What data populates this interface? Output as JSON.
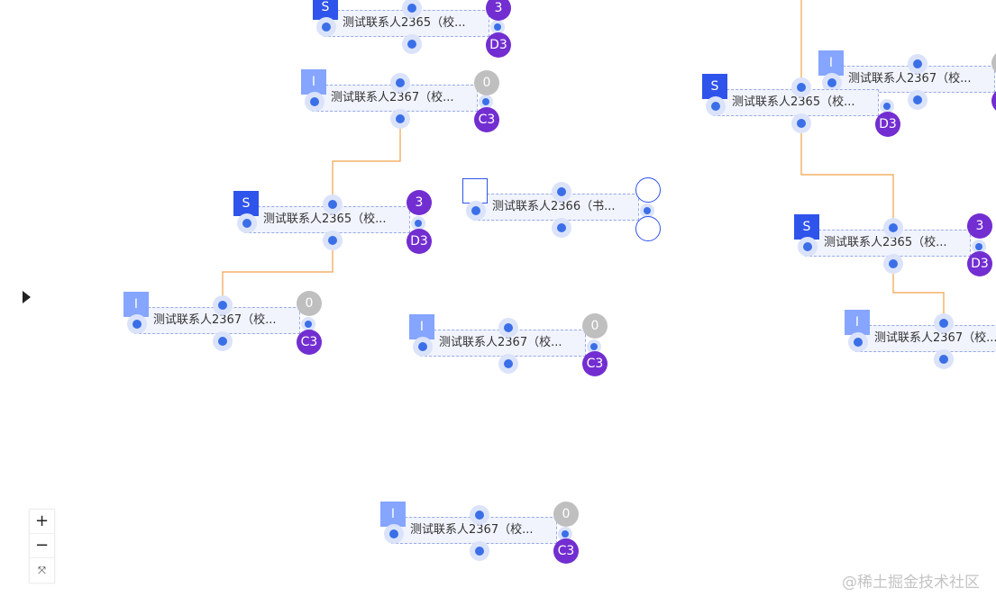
{
  "canvas": {
    "nodes": [
      {
        "tag": "S",
        "label": "测试联系人2365（校...",
        "badge_top": "3",
        "badge_bottom": "D3",
        "top_style": "purple"
      },
      {
        "tag": "I",
        "label": "测试联系人2367（校...",
        "badge_top": "0",
        "badge_bottom": "C3",
        "top_style": "grey"
      },
      {
        "tag": "S",
        "label": "测试联系人2365（校...",
        "badge_top": "3",
        "badge_bottom": "D3",
        "top_style": "purple"
      },
      {
        "tag": "",
        "label": "测试联系人2366（书...",
        "badge_top": "",
        "badge_bottom": "",
        "top_style": "ring"
      },
      {
        "tag": "I",
        "label": "测试联系人2367（校...",
        "badge_top": "0",
        "badge_bottom": "C3",
        "top_style": "grey"
      },
      {
        "tag": "I",
        "label": "测试联系人2367（校...",
        "badge_top": "0",
        "badge_bottom": "C3",
        "top_style": "grey"
      },
      {
        "tag": "I",
        "label": "测试联系人2367（校...",
        "badge_top": "0",
        "badge_bottom": "C3",
        "top_style": "grey"
      },
      {
        "tag": "I",
        "label": "测试联系人2367（校...",
        "badge_top": "",
        "badge_bottom": "",
        "top_style": "grey"
      },
      {
        "tag": "S",
        "label": "测试联系人2365（校...",
        "badge_top": "",
        "badge_bottom": "D3",
        "top_style": "purple"
      },
      {
        "tag": "S",
        "label": "测试联系人2365（校...",
        "badge_top": "3",
        "badge_bottom": "D3",
        "top_style": "purple"
      },
      {
        "tag": "I",
        "label": "测试联系人2367（校...",
        "badge_top": "",
        "badge_bottom": "",
        "top_style": "grey"
      }
    ]
  },
  "controls": {
    "zoom_in": "+",
    "zoom_out": "−",
    "fit": "⤧"
  },
  "watermark": "@稀土掘金技术社区",
  "colors": {
    "edge": "#f0a24a",
    "port": "#3b6fe8",
    "tag_S": "#2f54eb",
    "tag_I": "#85a5ff",
    "badge_purple": "#722ed1",
    "badge_grey": "#bfbfbf"
  }
}
